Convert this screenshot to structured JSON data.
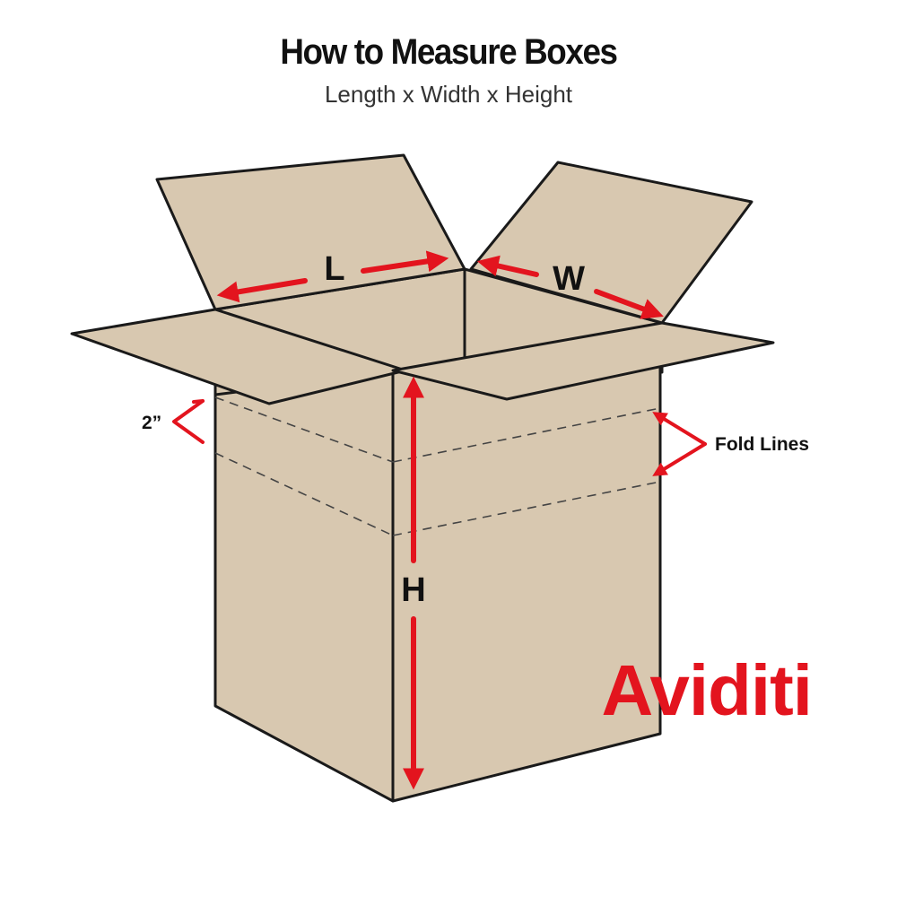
{
  "header": {
    "title": "How to Measure Boxes",
    "subtitle": "Length x Width x Height"
  },
  "labels": {
    "length": "L",
    "width": "W",
    "height": "H",
    "flap_depth": "2”",
    "fold_lines": "Fold Lines"
  },
  "brand": {
    "name": "Aviditi"
  },
  "colors": {
    "cardboard": "#d8c8b0",
    "outline": "#1a1a1a",
    "arrow": "#e3141e",
    "brand": "#e3141e"
  }
}
